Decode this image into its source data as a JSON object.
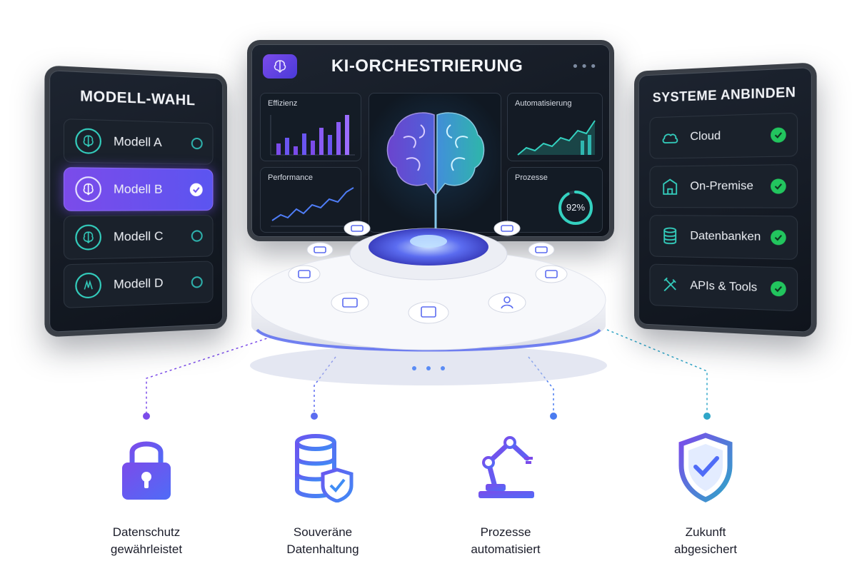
{
  "left_panel": {
    "title": "MODELL-WAHL",
    "items": [
      {
        "label": "Modell A",
        "selected": false
      },
      {
        "label": "Modell B",
        "selected": true
      },
      {
        "label": "Modell C",
        "selected": false
      },
      {
        "label": "Modell D",
        "selected": false
      }
    ]
  },
  "center_panel": {
    "title": "KI-ORCHESTRIERUNG",
    "menu_icon": "more-dots-icon",
    "tiles": {
      "efficiency": "Effizienz",
      "automation": "Automatisierung",
      "performance": "Performance",
      "processes": "Prozesse",
      "processes_value": "92%"
    }
  },
  "right_panel": {
    "title": "SYSTEME ANBINDEN",
    "items": [
      {
        "label": "Cloud",
        "icon": "cloud-icon"
      },
      {
        "label": "On-Premise",
        "icon": "building-icon"
      },
      {
        "label": "Datenbanken",
        "icon": "database-icon"
      },
      {
        "label": "APIs & Tools",
        "icon": "tools-icon"
      }
    ]
  },
  "features": [
    {
      "line1": "Datenschutz",
      "line2": "gewährleistet",
      "icon": "padlock-icon"
    },
    {
      "line1": "Souveräne",
      "line2": "Datenhaltung",
      "icon": "database-shield-icon"
    },
    {
      "line1": "Prozesse",
      "line2": "automatisiert",
      "icon": "robot-arm-icon"
    },
    {
      "line1": "Zukunft",
      "line2": "abgesichert",
      "icon": "shield-check-icon"
    }
  ],
  "colors": {
    "accent_purple": "#7b4bea",
    "accent_blue": "#4f6cf7",
    "accent_teal": "#34d1c0",
    "check_green": "#22c55e",
    "panel_dark": "#121821"
  }
}
